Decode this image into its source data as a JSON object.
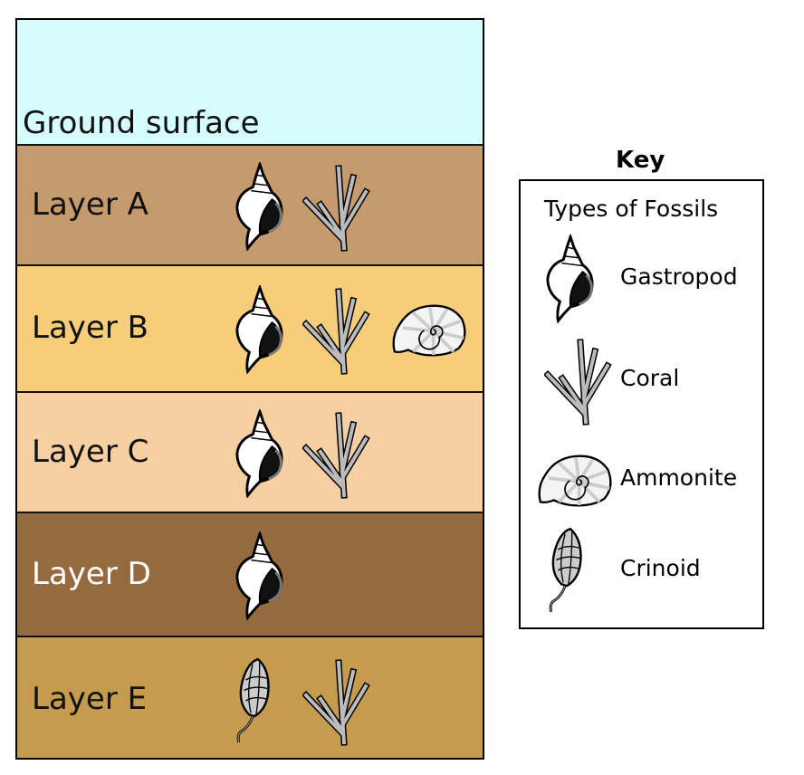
{
  "ground": {
    "label": "Ground surface",
    "color": "#d5fdfd"
  },
  "layers": [
    {
      "label": "Layer A",
      "color": "#c59b6d",
      "text_color": "#111111",
      "fossils": [
        "gastropod",
        "coral"
      ]
    },
    {
      "label": "Layer B",
      "color": "#f6cd7a",
      "text_color": "#111111",
      "fossils": [
        "gastropod",
        "coral",
        "ammonite"
      ]
    },
    {
      "label": "Layer C",
      "color": "#f6cfa2",
      "text_color": "#111111",
      "fossils": [
        "gastropod",
        "coral"
      ]
    },
    {
      "label": "Layer D",
      "color": "#956a3e",
      "text_color": "#ffffff",
      "fossils": [
        "gastropod"
      ]
    },
    {
      "label": "Layer E",
      "color": "#c59b4d",
      "text_color": "#111111",
      "fossils": [
        "crinoid",
        "coral"
      ]
    }
  ],
  "key": {
    "title": "Key",
    "heading": "Types of Fossils",
    "items": [
      {
        "icon": "gastropod",
        "label": "Gastropod"
      },
      {
        "icon": "coral",
        "label": "Coral"
      },
      {
        "icon": "ammonite",
        "label": "Ammonite"
      },
      {
        "icon": "crinoid",
        "label": "Crinoid"
      }
    ]
  }
}
